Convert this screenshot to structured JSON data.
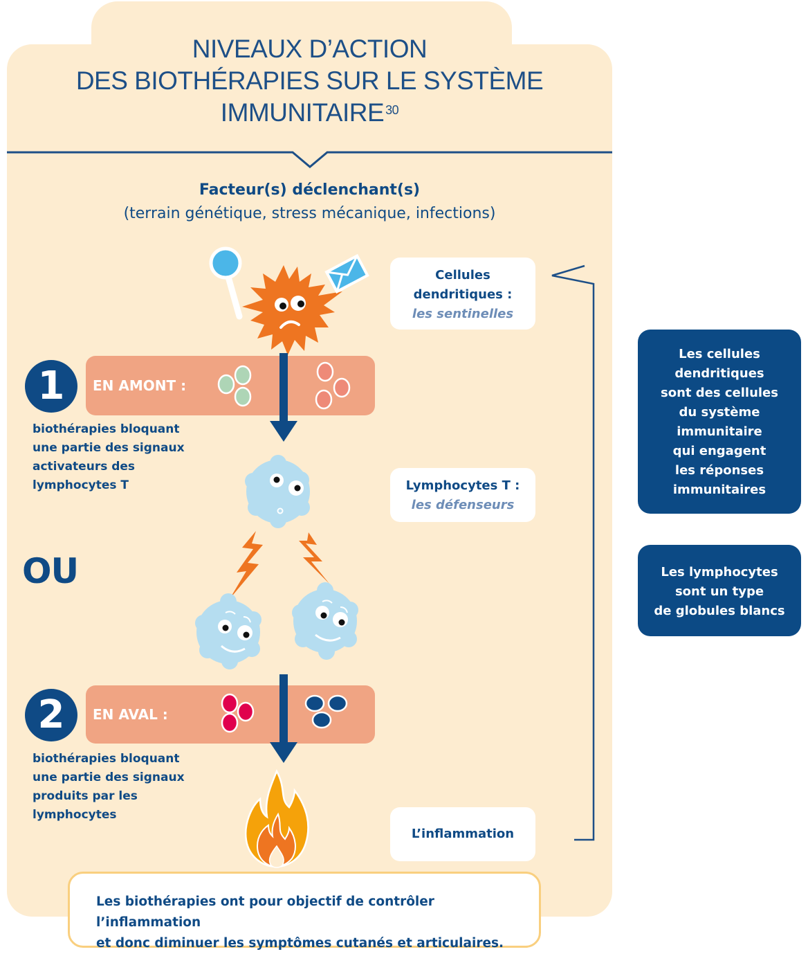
{
  "header": {
    "title_lines": [
      "NIVEAUX D’ACTION",
      "DES BIOTHÉRAPIES SUR LE SYSTÈME",
      "IMMUNITAIRE"
    ],
    "title_superscript": "30"
  },
  "trigger": {
    "title": "Facteur(s) déclenchant(s)",
    "subtitle": "(terrain génétique, stress mécanique, infections)"
  },
  "cell_labels": {
    "dendritic": {
      "line1": "Cellules",
      "line2": "dendritiques :",
      "italic": "les sentinelles"
    },
    "lymphocytes": {
      "line1": "Lymphocytes T :",
      "italic": "les défenseurs"
    },
    "inflammation": {
      "line1": "L’inflammation"
    }
  },
  "levels": [
    {
      "number": "1",
      "band_label": "EN AMONT :",
      "description_lines": [
        "biothérapies bloquant",
        "une partie des signaux",
        "activateurs des",
        "lymphocytes T"
      ],
      "signal_colors": [
        "#aed5b6",
        "#ee8a78"
      ]
    },
    {
      "number": "2",
      "band_label": "EN AVAL :",
      "description_lines": [
        "biothérapies bloquant",
        "une partie des signaux",
        "produits par les",
        "lymphocytes"
      ],
      "signal_colors": [
        "#e0004d",
        "#0f4a85"
      ]
    }
  ],
  "or_label": "OU",
  "info_boxes": {
    "dendritic_lines": [
      "Les cellules",
      "dendritiques",
      "sont des cellules",
      "du système",
      "immunitaire",
      "qui engagent",
      "les réponses",
      "immunitaires"
    ],
    "lymphocyte_lines": [
      "Les lymphocytes",
      "sont un type",
      "de globules blancs"
    ]
  },
  "conclusion": {
    "line1": "Les biothérapies ont pour objectif de contrôler l’inflammation",
    "line2": "et donc diminuer les symptômes cutanés et articulaires."
  },
  "colors": {
    "navy": "#0f4a85",
    "cream": "#fdecd0",
    "band": "#f0a483",
    "dendritic_cell": "#ee7521",
    "lymphocyte": "#b5ddf0",
    "flame_outer": "#f5a20a",
    "flame_inner": "#ee7521"
  },
  "icons": [
    "magnifier-icon",
    "envelope-icon",
    "dendritic-cell-icon",
    "lymphocyte-icon",
    "lightning-icon",
    "flame-icon",
    "arrow-down-icon",
    "bracket-arrow-icon"
  ]
}
